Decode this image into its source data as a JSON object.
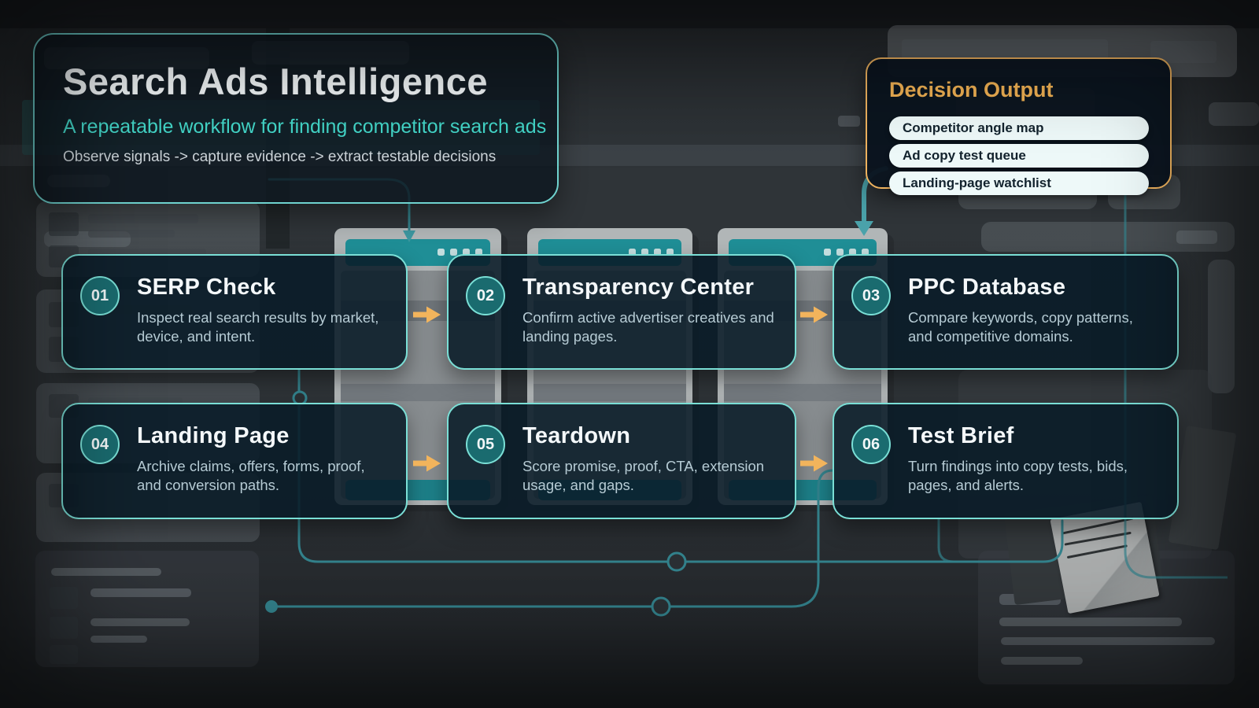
{
  "header": {
    "title": "Search Ads Intelligence",
    "subtitle": "A repeatable workflow for finding competitor search ads",
    "tagline": "Observe signals -> capture evidence -> extract testable decisions"
  },
  "decision_output": {
    "title": "Decision Output",
    "items": [
      "Competitor angle map",
      "Ad copy test queue",
      "Landing-page watchlist"
    ]
  },
  "steps": [
    {
      "number": "01",
      "title": "SERP Check",
      "description": "Inspect real search results by market, device, and intent."
    },
    {
      "number": "02",
      "title": "Transparency Center",
      "description": "Confirm active advertiser creatives and landing pages."
    },
    {
      "number": "03",
      "title": "PPC Database",
      "description": "Compare keywords, copy patterns, and competitive domains."
    },
    {
      "number": "04",
      "title": "Landing Page",
      "description": "Archive claims, offers, forms, proof, and conversion paths."
    },
    {
      "number": "05",
      "title": "Teardown",
      "description": "Score promise, proof, CTA, extension usage, and gaps."
    },
    {
      "number": "06",
      "title": "Test Brief",
      "description": "Turn findings into copy tests, bids, pages, and alerts."
    }
  ],
  "colors": {
    "accent_teal": "#7adfd6",
    "accent_amber": "#f2b45c",
    "decision_border": "#eeb25e",
    "connector_teal": "#33828c",
    "card_background": "#0a1c2c",
    "pill_background": "#eef9f9"
  }
}
